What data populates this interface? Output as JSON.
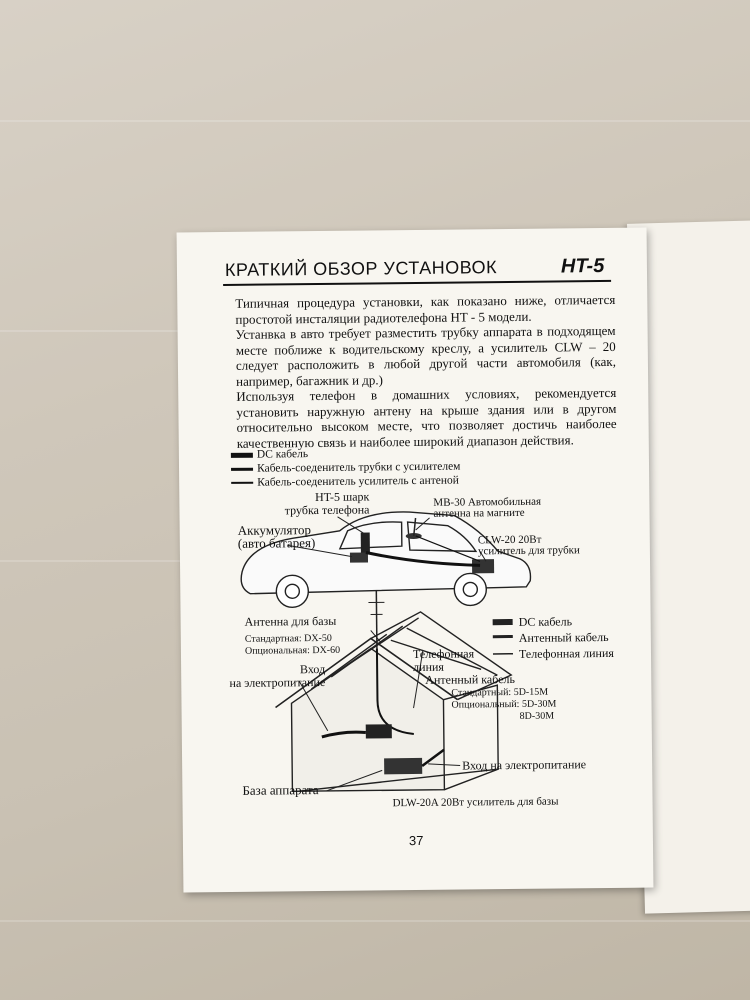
{
  "header": {
    "title": "КРАТКИЙ ОБЗОР УСТАНОВОК",
    "model": "HT-5"
  },
  "intro": {
    "p1": "Типичная процедура установки, как показано ниже, отличается простотой инсталяции радиотелефона HT - 5 модели.",
    "p2": "Устанвка в авто требует разместить трубку аппарата в подходящем месте поближе к водительскому креслу, а усилитель CLW – 20 следует расположить в любой другой части автомобиля (как, например, багажник и др.)",
    "p3": "Используя телефон в домашних условиях, рекомендуется установить наружную антену на крыше здания или в другом относительно высоком месте, что позволяет достичь наиболее качественную связь и наиболее широкий диапазон действия."
  },
  "car_legend": {
    "dc": "DC кабель",
    "handset_cable": "Кабель-соеденитель трубки с усилителем",
    "antenna_cable": "Кабель-соеденитель усилитель с антеной"
  },
  "car_labels": {
    "handset_line1": "HT-5 шарк",
    "handset_line2": "трубка телефона",
    "battery_line1": "Аккумулятор",
    "battery_line2": "(авто батарея)",
    "antenna_line1": "MB-30 Автомобильная",
    "antenna_line2": "антенна на магните",
    "amp_line1": "CLW-20 20Вт",
    "amp_line2": "усилитель для трубки"
  },
  "house_legend": {
    "dc": "DC кабель",
    "antenna_cable": "Антенный кабель",
    "phone_line": "Телефонная линия"
  },
  "house_labels": {
    "base_antenna": "Антенна для базы",
    "standard": "Стандартная:  DX-50",
    "optional": "Опциональная: DX-60",
    "power_in_line1": "Вход",
    "power_in_line2": "на электропитание",
    "phone_line_line1": "Телефонная",
    "phone_line_line2": "линия",
    "antenna_cable": "Антенный кабель",
    "std_cable": "Стандартный:  5D-15M",
    "opt_cable": "Опциональный: 5D-30M",
    "opt_cable2": "8D-30M",
    "power_in2": "Вход на электропитание",
    "base_unit": "База аппарата",
    "amplifier": "DLW-20A 20Вт усилитель для базы"
  },
  "footer": {
    "page_number": "37"
  }
}
